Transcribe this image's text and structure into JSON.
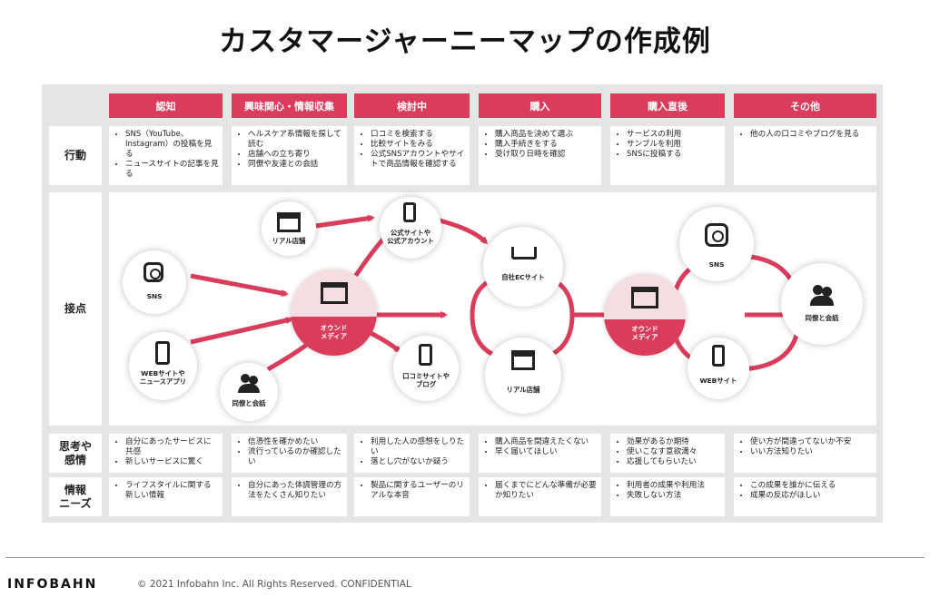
{
  "title": "カスタマージャーニーマップの作成例",
  "stages": [
    "認知",
    "興味関心・情報収集",
    "検討中",
    "購入",
    "購入直後",
    "その他"
  ],
  "rows": {
    "action": {
      "label": "行動",
      "cells": [
        [
          "SNS（YouTube、Instagram）の投稿を見る",
          "ニュースサイトの記事を見る"
        ],
        [
          "ヘルスケア系情報を探して読む",
          "店舗への立ち寄り",
          "同僚や友達との会話"
        ],
        [
          "口コミを検索する",
          "比較サイトをみる",
          "公式SNSアカウントやサイトで商品情報を確認する"
        ],
        [
          "購入商品を決めて選ぶ",
          "購入手続きをする",
          "受け取り日時を確認"
        ],
        [
          "サービスの利用",
          "サンプルを利用",
          "SNSに投稿する"
        ],
        [
          "他の人の口コミやブログを見る"
        ]
      ]
    },
    "touchpoint": {
      "label": "接点"
    },
    "thoughts": {
      "label": "思考や\n感情",
      "cells": [
        [
          "自分にあったサービスに共感",
          "新しいサービスに驚く"
        ],
        [
          "信憑性を確かめたい",
          "流行っているのか確認したい"
        ],
        [
          "利用した人の感想をしりたい",
          "落とし穴がないか疑う"
        ],
        [
          "購入商品を間違えたくない",
          "早く届いてほしい"
        ],
        [
          "効果があるか期待",
          "使いこなす意欲満々",
          "応援してもらいたい"
        ],
        [
          "使い方が間違ってないか不安",
          "いい方法知りたい"
        ]
      ]
    },
    "needs": {
      "label": "情報\nニーズ",
      "cells": [
        [
          "ライフスタイルに関する新しい情報"
        ],
        [
          "自分にあった体調管理の方法をたくさん知りたい"
        ],
        [
          "製品に関するユーザーのリアルな本音"
        ],
        [
          "届くまでにどんな準備が必要か知りたい"
        ],
        [
          "利用者の成果や利用法",
          "失敗しない方法"
        ],
        [
          "この成果を誰かに伝える",
          "成果の反応がほしい"
        ]
      ]
    }
  },
  "nodes": {
    "sns_left": "SNS",
    "web_left": "WEBサイトや\nニュースアプリ",
    "colleague_left": "同僚と会話",
    "real_store_top": "リアル店舗",
    "owned_media_1": "オウンド\nメディア",
    "official": "公式サイトや\n公式アカウント",
    "review": "口コミサイトや\nブログ",
    "ec": "自社ECサイト",
    "real_store_bottom": "リアル店舗",
    "owned_media_2": "オウンド\nメディア",
    "sns_right": "SNS",
    "web_right": "WEBサイト",
    "colleague_right": "同僚と会話"
  },
  "colors": {
    "accent": "#d93d5b",
    "pink": "#f6dde2",
    "board": "#e5e5e5"
  },
  "footer": {
    "brand": "INFOBAHN",
    "copyright": "© 2021 Infobahn Inc. All Rights Reserved. CONFIDENTIAL"
  }
}
